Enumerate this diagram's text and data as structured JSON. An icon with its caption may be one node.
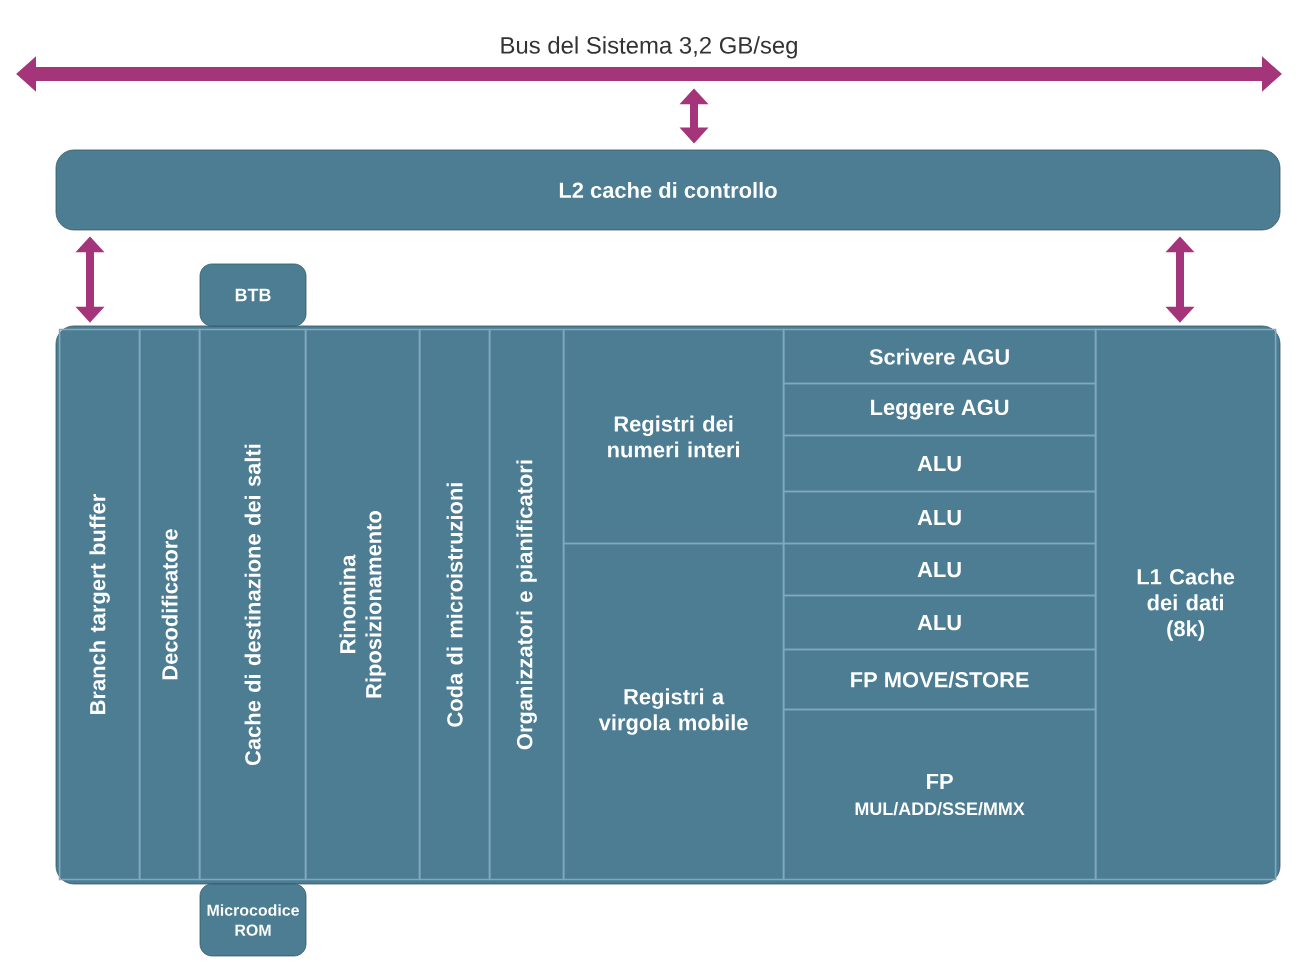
{
  "diagram": {
    "nodes": [
      {
        "text": [
          "Bus del Sistema 3,2 GB/seg"
        ]
      },
      {
        "text": [
          "L2 cache di controllo"
        ]
      },
      {
        "text": [],
        "shape": "box"
      },
      {
        "text": [
          "BTB"
        ]
      },
      {
        "text": [
          "Branch targert buffer"
        ],
        "in": 2
      },
      {
        "text": [
          "Decodificatore"
        ],
        "in": 2
      },
      {
        "text": [
          "Cache di destinazione dei salti"
        ],
        "in": 2
      },
      {
        "text": [
          "Rinomina Riposizionamento"
        ],
        "in": 2
      },
      {
        "text": [
          "Coda di microistruzioni"
        ],
        "in": 2
      },
      {
        "text": [
          "Organizzatori e pianificatori"
        ],
        "in": 2
      },
      {
        "text": [
          "Registri dei numeri interi"
        ],
        "in": 2
      },
      {
        "text": [
          "Scrivere AGU"
        ],
        "in": 2
      },
      {
        "text": [
          "Leggere AGU"
        ],
        "in": 2
      },
      {
        "text": [
          "ALU"
        ],
        "in": 2
      },
      {
        "text": [
          "ALU"
        ],
        "in": 2
      },
      {
        "text": [
          "Registri a virgola mobile"
        ],
        "in": 2
      },
      {
        "text": [
          "ALU"
        ],
        "in": 2
      },
      {
        "text": [
          "ALU"
        ],
        "in": 2
      },
      {
        "text": [
          "FP MOVE/STORE"
        ],
        "in": 2
      },
      {
        "text": [
          "FP",
          "MUL/ADD/SSE/MMX"
        ],
        "in": 2
      },
      {
        "text": [
          "L1 Cache dei dati (8k)"
        ],
        "in": 2
      },
      {
        "text": [
          "Microcodice ROM"
        ]
      }
    ],
    "edges": [
      {
        "from": 0,
        "to": 1,
        "arrow": "both"
      },
      {
        "from": 1,
        "to": 4,
        "arrow": "both"
      },
      {
        "from": 1,
        "to": 20,
        "arrow": "both"
      }
    ]
  }
}
